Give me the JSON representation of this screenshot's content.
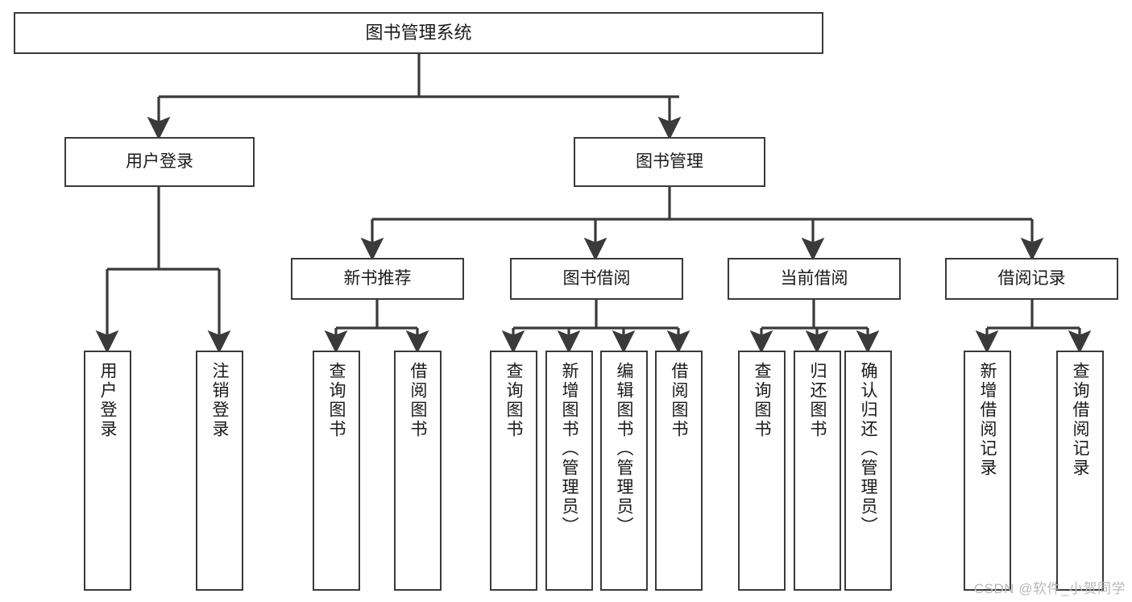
{
  "diagram": {
    "title": "图书管理系统",
    "type": "hierarchy-tree",
    "line_color": "#3a3a3a",
    "box_fill": "#ffffff",
    "text_color": "#1a1a1a"
  },
  "root": {
    "label": "图书管理系统"
  },
  "level2": {
    "user_login": {
      "label": "用户登录"
    },
    "book_manage": {
      "label": "图书管理"
    }
  },
  "level3": {
    "new_book_recommend": {
      "label": "新书推荐"
    },
    "book_borrow": {
      "label": "图书借阅"
    },
    "current_borrow": {
      "label": "当前借阅"
    },
    "borrow_record": {
      "label": "借阅记录"
    }
  },
  "leaves": {
    "user_login": [
      {
        "label": "用户登录"
      },
      {
        "label": "注销登录"
      }
    ],
    "new_book_recommend": [
      {
        "label": "查询图书"
      },
      {
        "label": "借阅图书"
      }
    ],
    "book_borrow": [
      {
        "label": "查询图书"
      },
      {
        "label": "新增图书（管理员）"
      },
      {
        "label": "编辑图书（管理员）"
      },
      {
        "label": "借阅图书"
      }
    ],
    "current_borrow": [
      {
        "label": "查询图书"
      },
      {
        "label": "归还图书"
      },
      {
        "label": "确认归还（管理员）"
      }
    ],
    "borrow_record": [
      {
        "label": "新增借阅记录"
      },
      {
        "label": "查询借阅记录"
      }
    ]
  },
  "watermark": {
    "text": "CSDN @软件_小贺同学"
  }
}
